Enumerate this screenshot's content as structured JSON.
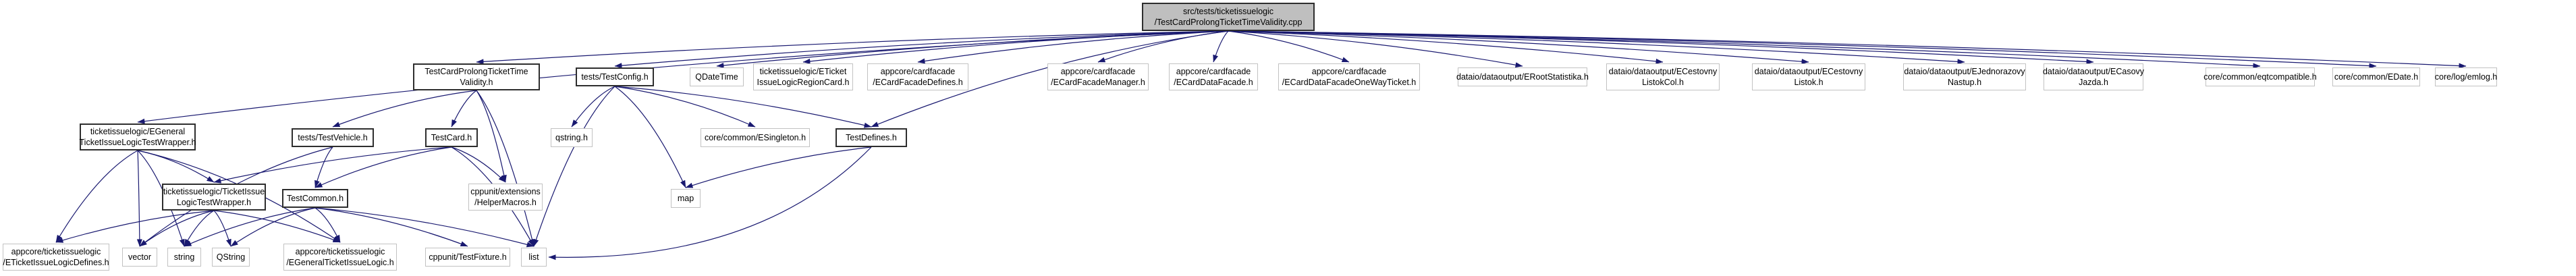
{
  "diagram": {
    "background": "#ffffff",
    "edge_color": "#191970",
    "node_fill": "#ffffff",
    "root_fill": "#bfbfbf",
    "nodes": [
      {
        "id": "root",
        "kind": "root",
        "label": "src/tests/ticketissuelogic\n/TestCardProlongTicketTimeValidity.cpp"
      },
      {
        "id": "tcptv_h",
        "kind": "internal",
        "label": "TestCardProlongTicketTime\nValidity.h"
      },
      {
        "id": "testconfig",
        "kind": "internal",
        "label": "tests/TestConfig.h"
      },
      {
        "id": "qdatetime",
        "kind": "external",
        "label": "QDateTime"
      },
      {
        "id": "regioncard",
        "kind": "external",
        "label": "ticketissuelogic/ETicket\nIssueLogicRegionCard.h"
      },
      {
        "id": "cfd",
        "kind": "external",
        "label": "appcore/cardfacade\n/ECardFacadeDefines.h"
      },
      {
        "id": "cfm",
        "kind": "external",
        "label": "appcore/cardfacade\n/ECardFacadeManager.h"
      },
      {
        "id": "cdf",
        "kind": "external",
        "label": "appcore/cardfacade\n/ECardDataFacade.h"
      },
      {
        "id": "cdfowt",
        "kind": "external",
        "label": "appcore/cardfacade\n/ECardDataFacadeOneWayTicket.h"
      },
      {
        "id": "erootstat",
        "kind": "external",
        "label": "dataio/dataoutput/ERootStatistika.h"
      },
      {
        "id": "ecestcol",
        "kind": "external",
        "label": "dataio/dataoutput/ECestovny\nListokCol.h"
      },
      {
        "id": "ecest",
        "kind": "external",
        "label": "dataio/dataoutput/ECestovny\nListok.h"
      },
      {
        "id": "ejedno",
        "kind": "external",
        "label": "dataio/dataoutput/EJednorazovy\nNastup.h"
      },
      {
        "id": "ecasovy",
        "kind": "external",
        "label": "dataio/dataoutput/ECasovy\nJazda.h"
      },
      {
        "id": "eqtcompat",
        "kind": "external",
        "label": "core/common/eqtcompatible.h"
      },
      {
        "id": "edate",
        "kind": "external",
        "label": "core/common/EDate.h"
      },
      {
        "id": "emlog",
        "kind": "external",
        "label": "core/log/emlog.h"
      },
      {
        "id": "egenwrap",
        "kind": "internal",
        "label": "ticketissuelogic/EGeneral\nTicketIssueLogicTestWrapper.h"
      },
      {
        "id": "testvehicle",
        "kind": "internal",
        "label": "tests/TestVehicle.h"
      },
      {
        "id": "testcard",
        "kind": "internal",
        "label": "TestCard.h"
      },
      {
        "id": "qstring_h",
        "kind": "external",
        "label": "qstring.h"
      },
      {
        "id": "esingleton",
        "kind": "external",
        "label": "core/common/ESingleton.h"
      },
      {
        "id": "testdefines",
        "kind": "internal",
        "label": "TestDefines.h"
      },
      {
        "id": "ticketwrap",
        "kind": "internal",
        "label": "ticketissuelogic/TicketIssue\nLogicTestWrapper.h"
      },
      {
        "id": "testcommon",
        "kind": "internal",
        "label": "TestCommon.h"
      },
      {
        "id": "helpermacros",
        "kind": "external",
        "label": "cppunit/extensions\n/HelperMacros.h"
      },
      {
        "id": "map",
        "kind": "external",
        "label": "map"
      },
      {
        "id": "etidefines",
        "kind": "external",
        "label": "appcore/ticketissuelogic\n/ETicketIssueLogicDefines.h"
      },
      {
        "id": "vector",
        "kind": "external",
        "label": "vector"
      },
      {
        "id": "string",
        "kind": "external",
        "label": "string"
      },
      {
        "id": "qstring_cls",
        "kind": "external",
        "label": "QString"
      },
      {
        "id": "egenlogic",
        "kind": "external",
        "label": "appcore/ticketissuelogic\n/EGeneralTicketIssueLogic.h"
      },
      {
        "id": "testfixture",
        "kind": "external",
        "label": "cppunit/TestFixture.h"
      },
      {
        "id": "list",
        "kind": "external",
        "label": "list"
      }
    ],
    "edges": [
      {
        "from": "root",
        "to": "tcptv_h"
      },
      {
        "from": "root",
        "to": "testconfig"
      },
      {
        "from": "root",
        "to": "qdatetime"
      },
      {
        "from": "root",
        "to": "regioncard"
      },
      {
        "from": "root",
        "to": "cfd"
      },
      {
        "from": "root",
        "to": "cfm"
      },
      {
        "from": "root",
        "to": "cdf"
      },
      {
        "from": "root",
        "to": "cdfowt"
      },
      {
        "from": "root",
        "to": "erootstat"
      },
      {
        "from": "root",
        "to": "ecestcol"
      },
      {
        "from": "root",
        "to": "ecest"
      },
      {
        "from": "root",
        "to": "ejedno"
      },
      {
        "from": "root",
        "to": "ecasovy"
      },
      {
        "from": "root",
        "to": "eqtcompat"
      },
      {
        "from": "root",
        "to": "edate"
      },
      {
        "from": "root",
        "to": "emlog"
      },
      {
        "from": "root",
        "to": "egenwrap"
      },
      {
        "from": "root",
        "to": "testdefines"
      },
      {
        "from": "tcptv_h",
        "to": "testvehicle"
      },
      {
        "from": "tcptv_h",
        "to": "testcard"
      },
      {
        "from": "tcptv_h",
        "to": "helpermacros"
      },
      {
        "from": "tcptv_h",
        "to": "list"
      },
      {
        "from": "testconfig",
        "to": "qstring_h"
      },
      {
        "from": "testconfig",
        "to": "esingleton"
      },
      {
        "from": "testconfig",
        "to": "testdefines"
      },
      {
        "from": "testconfig",
        "to": "map"
      },
      {
        "from": "testconfig",
        "to": "list"
      },
      {
        "from": "testdefines",
        "to": "map"
      },
      {
        "from": "testdefines",
        "to": "list"
      },
      {
        "from": "egenwrap",
        "to": "ticketwrap"
      },
      {
        "from": "egenwrap",
        "to": "etidefines"
      },
      {
        "from": "egenwrap",
        "to": "vector"
      },
      {
        "from": "egenwrap",
        "to": "string"
      },
      {
        "from": "egenwrap",
        "to": "egenlogic"
      },
      {
        "from": "ticketwrap",
        "to": "etidefines"
      },
      {
        "from": "ticketwrap",
        "to": "vector"
      },
      {
        "from": "ticketwrap",
        "to": "string"
      },
      {
        "from": "ticketwrap",
        "to": "qstring_cls"
      },
      {
        "from": "ticketwrap",
        "to": "egenlogic"
      },
      {
        "from": "testcommon",
        "to": "string"
      },
      {
        "from": "testcommon",
        "to": "qstring_cls"
      },
      {
        "from": "testcommon",
        "to": "egenlogic"
      },
      {
        "from": "testcommon",
        "to": "testfixture"
      },
      {
        "from": "testcommon",
        "to": "list"
      },
      {
        "from": "testcard",
        "to": "ticketwrap"
      },
      {
        "from": "testcard",
        "to": "testcommon"
      },
      {
        "from": "testcard",
        "to": "helpermacros"
      },
      {
        "from": "testcard",
        "to": "list"
      },
      {
        "from": "testvehicle",
        "to": "testcommon"
      },
      {
        "from": "testvehicle",
        "to": "vector"
      }
    ]
  }
}
